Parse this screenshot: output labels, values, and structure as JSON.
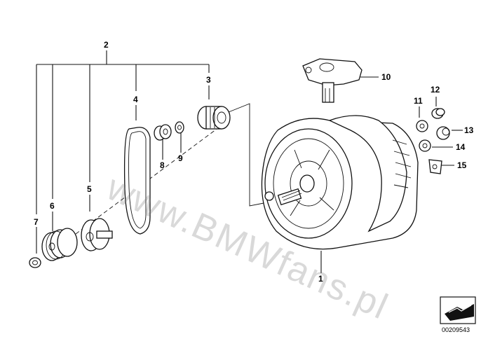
{
  "diagram": {
    "callouts": [
      "1",
      "2",
      "3",
      "4",
      "5",
      "6",
      "7",
      "8",
      "9",
      "10",
      "11",
      "12",
      "13",
      "14",
      "15"
    ],
    "watermark": "www.BMWfans.pl",
    "doc_number": "00209543"
  },
  "colors": {
    "line": "#111111",
    "background": "#ffffff",
    "watermark": "#787878"
  }
}
